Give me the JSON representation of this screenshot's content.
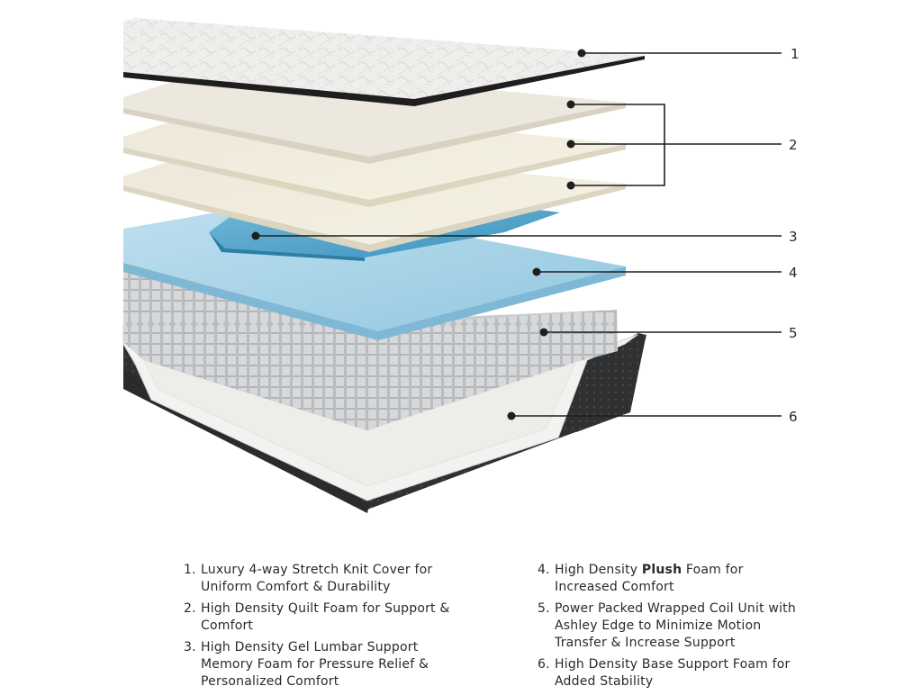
{
  "callouts": [
    "1",
    "2",
    "3",
    "4",
    "5",
    "6"
  ],
  "legend": {
    "left": [
      {
        "num": "1.",
        "text": "Luxury 4-way Stretch Knit Cover for Uniform Comfort & Durability"
      },
      {
        "num": "2.",
        "text": "High Density Quilt Foam for Support & Comfort"
      },
      {
        "num": "3.",
        "text": "High Density Gel Lumbar Support Memory Foam for Pressure Relief & Personalized Comfort"
      }
    ],
    "right": [
      {
        "num": "4.",
        "pre": "High Density ",
        "bold": "Plush",
        "post": " Foam for Increased Comfort"
      },
      {
        "num": "5.",
        "text": "Power Packed Wrapped Coil Unit with Ashley Edge to Minimize Motion Transfer & Increase Support"
      },
      {
        "num": "6.",
        "text": "High Density Base Support Foam for Added Stability"
      }
    ]
  },
  "colors": {
    "cover": "#ecebe9",
    "quilt_foam": "#efeadb",
    "gel_foam": "#4aa3c9",
    "plush_foam": "#a9d5ea",
    "coils": "#bfc1c4",
    "base_fabric": "#2f3032",
    "base_foam": "#f1f0ee"
  },
  "icons": [
    "leader-dot",
    "leader-line"
  ]
}
